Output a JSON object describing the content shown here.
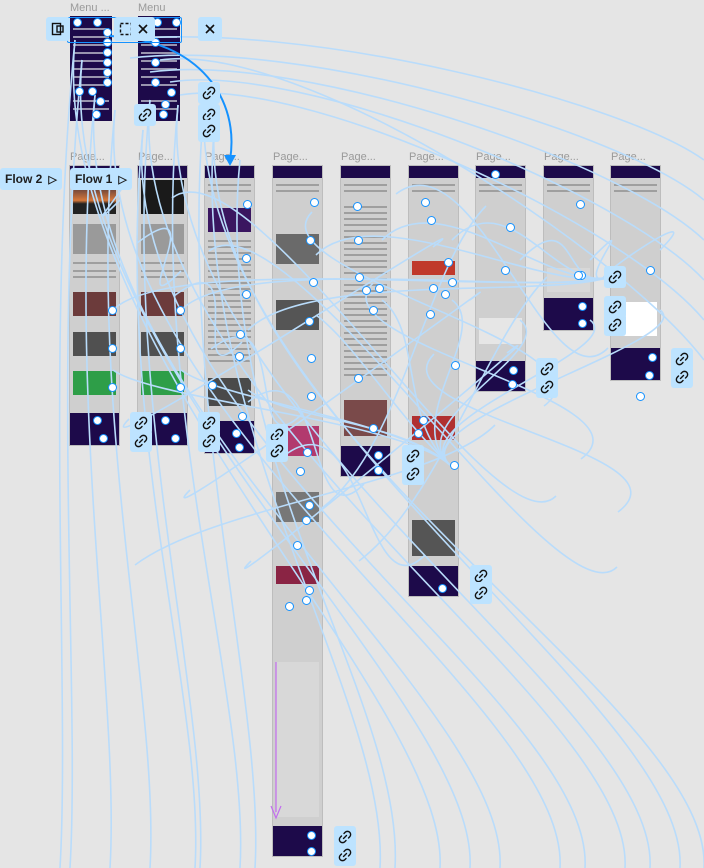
{
  "app": "Prototype flow editor",
  "frames": [
    {
      "id": "menu-1",
      "label": "Menu ..."
    },
    {
      "id": "menu-2",
      "label": "Menu"
    },
    {
      "id": "page-1",
      "label": "Page..."
    },
    {
      "id": "page-2",
      "label": "Page..."
    },
    {
      "id": "page-3",
      "label": "Page..."
    },
    {
      "id": "page-4",
      "label": "Page..."
    },
    {
      "id": "page-5",
      "label": "Page..."
    },
    {
      "id": "page-6",
      "label": "Page..."
    },
    {
      "id": "page-7",
      "label": "Page..."
    },
    {
      "id": "page-8",
      "label": "Page..."
    },
    {
      "id": "page-9",
      "label": "Page..."
    }
  ],
  "flows": [
    {
      "label": "Flow 2"
    },
    {
      "label": "Flow 1"
    }
  ],
  "icons": {
    "link": "link-icon",
    "play": "play-icon",
    "close": "close-icon",
    "overlay": "overlay-icon"
  },
  "colors": {
    "canvas": "#e5e5e5",
    "wire": "#b9dcfb",
    "accent": "#1592ff",
    "chip": "#bde3ff",
    "frame_header": "#1d0a4a"
  }
}
